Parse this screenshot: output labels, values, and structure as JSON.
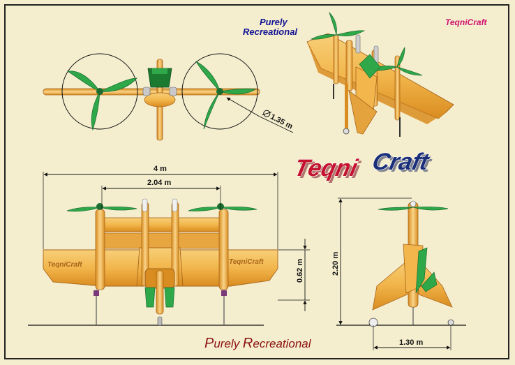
{
  "header": {
    "subtitle_line1": "Purely",
    "subtitle_line2": "Recreational",
    "brand_corner": "TeqniCraft"
  },
  "logo": {
    "part1": "Teqni",
    "part2": "Craft"
  },
  "wing_brand": "TeqniCraft",
  "footer": {
    "caption_p": "P",
    "caption_urely": "urely ",
    "caption_r": "R",
    "caption_ecreational": "ecreational"
  },
  "dimensions": {
    "rotor_diameter": "1.35 m",
    "span": "4 m",
    "rotor_spacing": "2.04 m",
    "wing_height": "0.62 m",
    "total_height": "2.20 m",
    "track": "1.30 m"
  },
  "colors": {
    "background": "#f4eecf",
    "wing": "#f2b64c",
    "wing_dark": "#d98c1f",
    "rotor": "#2fa84a",
    "rotor_dark": "#1b6e2f",
    "logo_red": "#c4122f",
    "logo_blue": "#1a2e7a",
    "header_blue": "#141494",
    "brand_pink": "#d0106e",
    "caption_red": "#8b1010"
  }
}
